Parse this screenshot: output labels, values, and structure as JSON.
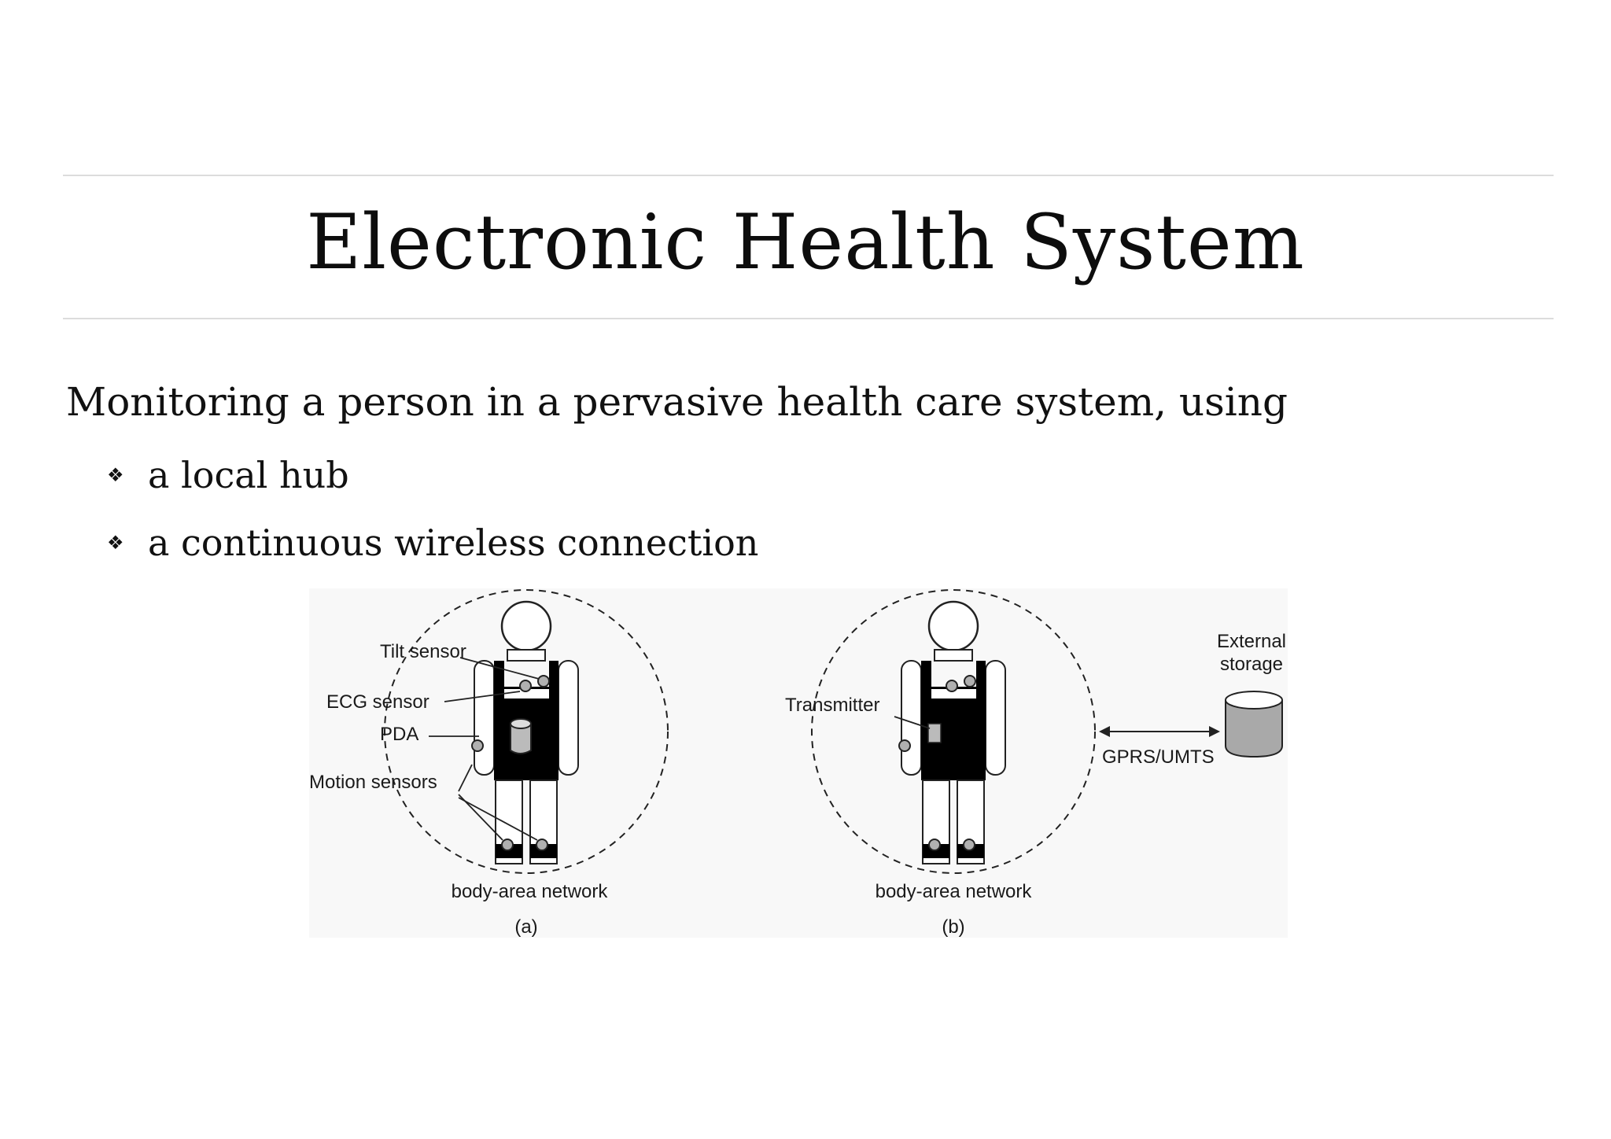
{
  "title": "Electronic Health System",
  "intro": "Monitoring a person in a pervasive health care system, using",
  "bullets": [
    "a local hub",
    "a continuous wireless connection"
  ],
  "bullet_icon": "diamond-bullet-icon",
  "figure": {
    "a": {
      "labels": {
        "tilt": "Tilt sensor",
        "ecg": "ECG sensor",
        "pda": "PDA",
        "motion": "Motion sensors"
      },
      "caption": "body-area network",
      "tag": "(a)"
    },
    "b": {
      "labels": {
        "transmitter": "Transmitter",
        "link": "GPRS/UMTS",
        "storage_line1": "External",
        "storage_line2": "storage"
      },
      "caption": "body-area network",
      "tag": "(b)"
    },
    "colors": {
      "body": "#000000",
      "sensor": "#b0b0b0",
      "storage": "#a9a9a9"
    }
  }
}
